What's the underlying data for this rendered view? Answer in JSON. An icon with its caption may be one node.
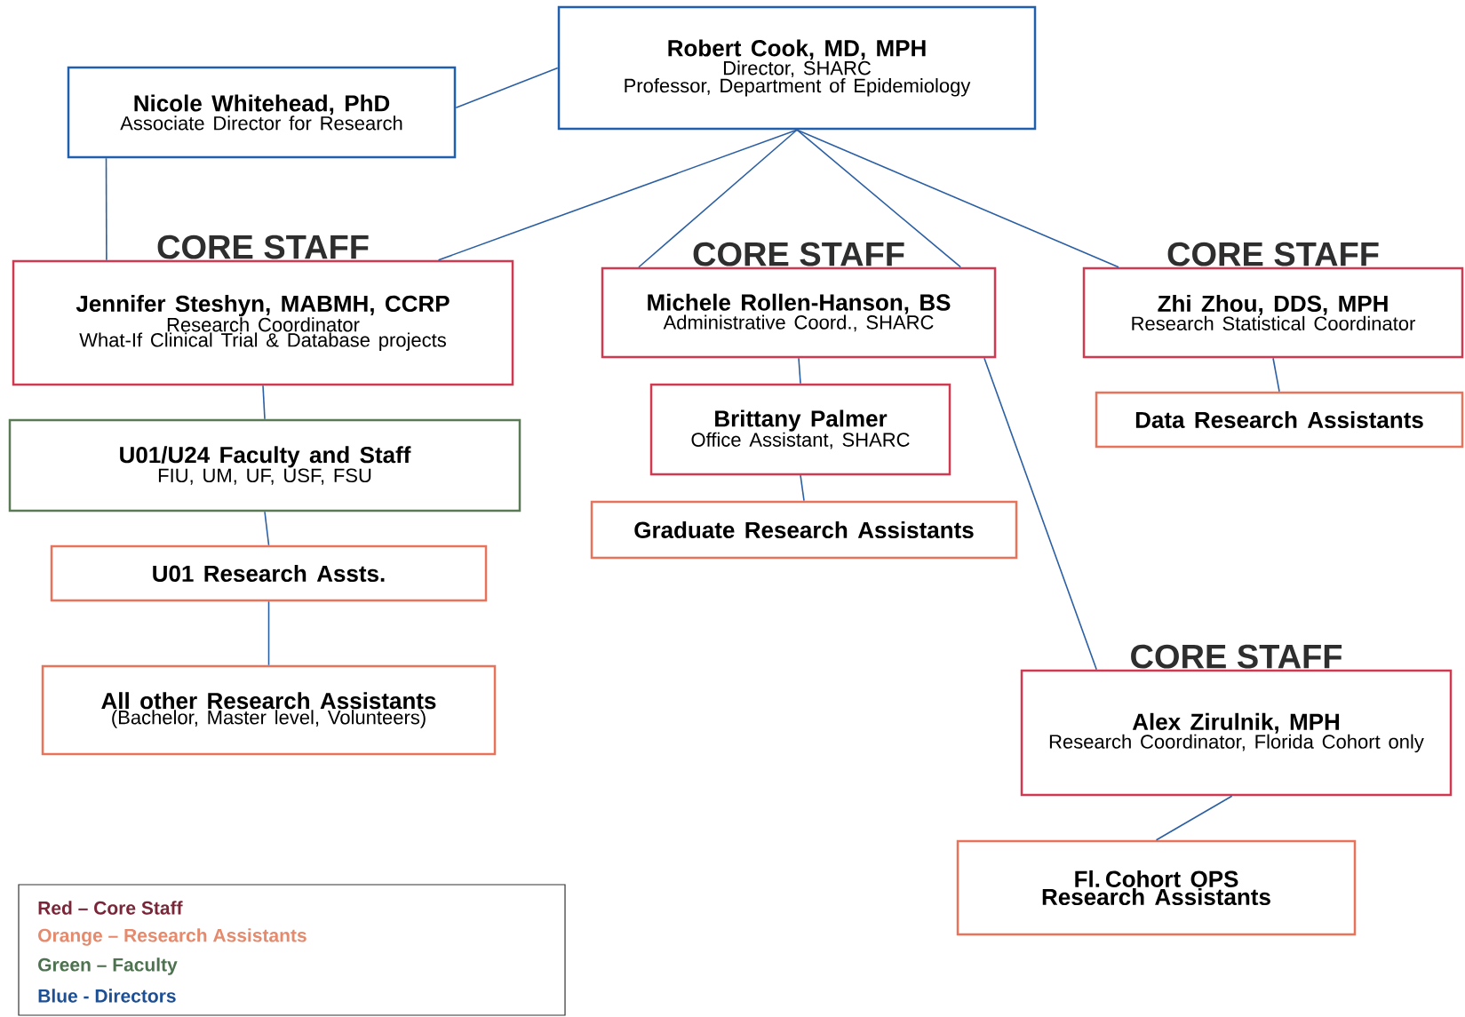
{
  "diagram": {
    "nodes": [
      {
        "text": [
          "Robert Cook, MD, MPH",
          "Director, SHARC",
          "Professor, Department of Epidemiology"
        ]
      },
      {
        "text": [
          "Nicole Whitehead, PhD",
          "Associate Director for Research"
        ]
      },
      {
        "text": [
          "CORE STAFF",
          "Jennifer Steshyn, MABMH, CCRP",
          "Research Coordinator",
          "What-If  Clinical Trial & Database projects"
        ]
      },
      {
        "text": [
          "U01/U24 Faculty and Staff",
          "FIU, UM, UF, USF, FSU"
        ]
      },
      {
        "text": [
          "U01 Research Assts."
        ]
      },
      {
        "text": [
          "All other Research Assistants",
          "(Bachelor, Master level, Volunteers)"
        ]
      },
      {
        "text": [
          "CORE STAFF",
          "Michele Rollen-Hanson, BS",
          "Administrative Coord., SHARC"
        ]
      },
      {
        "text": [
          "Brittany Palmer",
          "Office Assistant, SHARC"
        ]
      },
      {
        "text": [
          "Graduate Research Assistants"
        ]
      },
      {
        "text": [
          "CORE STAFF",
          "Zhi Zhou, DDS, MPH",
          "Research Statistical Coordinator"
        ]
      },
      {
        "text": [
          "Data Research Assistants"
        ]
      },
      {
        "text": [
          "CORE STAFF",
          "Alex Zirulnik, MPH",
          "Research Coordinator, Florida Cohort only"
        ]
      },
      {
        "text": [
          "Fl. Cohort OPS Research Assistants"
        ]
      }
    ],
    "edges": [
      {
        "from": 0,
        "to": 1,
        "arrow": "none"
      },
      {
        "from": 0,
        "to": 2,
        "arrow": "none"
      },
      {
        "from": 1,
        "to": 2,
        "arrow": "none"
      },
      {
        "from": 0,
        "to": 6,
        "arrow": "none"
      },
      {
        "from": 0,
        "to": 6,
        "arrow": "none"
      },
      {
        "from": 0,
        "to": 9,
        "arrow": "none"
      },
      {
        "from": 2,
        "to": 3,
        "arrow": "none"
      },
      {
        "from": 3,
        "to": 4,
        "arrow": "none"
      },
      {
        "from": 4,
        "to": 5,
        "arrow": "none"
      },
      {
        "from": 6,
        "to": 7,
        "arrow": "none"
      },
      {
        "from": 7,
        "to": 8,
        "arrow": "none"
      },
      {
        "from": 9,
        "to": 10,
        "arrow": "none"
      },
      {
        "from": 6,
        "to": 11,
        "arrow": "none"
      },
      {
        "from": 11,
        "to": 12,
        "arrow": "none"
      }
    ],
    "legend": [
      {
        "text": "Red – Core Staff",
        "color": "#7a2638"
      },
      {
        "text": "Orange – Research Assistants",
        "color": "#e58a6c"
      },
      {
        "text": "Green – Faculty",
        "color": "#4e7250"
      },
      {
        "text": "Blue - Directors",
        "color": "#1d4f94"
      }
    ]
  }
}
